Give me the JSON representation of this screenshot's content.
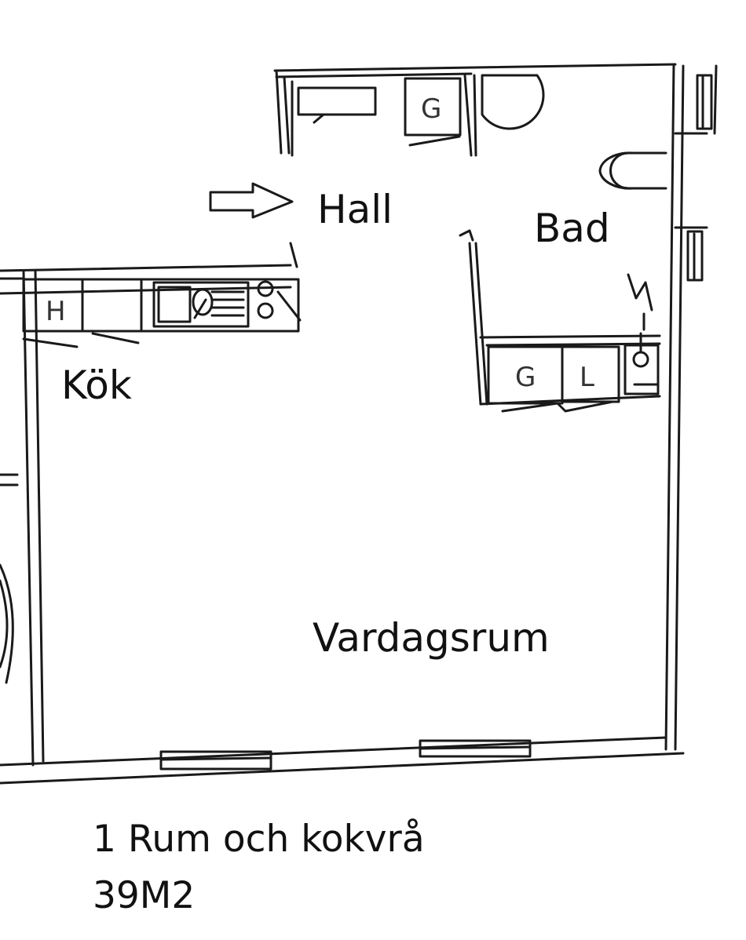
{
  "rooms": {
    "hall": "Hall",
    "bad": "Bad",
    "kok": "Kök",
    "vardagsrum": "Vardagsrum"
  },
  "fixtures": {
    "g1": "G",
    "g2": "G",
    "l": "L",
    "h": "H"
  },
  "caption": {
    "line1": "1 Rum och kokvrå",
    "line2": "39M2"
  },
  "colors": {
    "line": "#1a1a1a",
    "background": "#ffffff"
  },
  "icons": {
    "entrance": "arrow-right-outline-icon"
  }
}
